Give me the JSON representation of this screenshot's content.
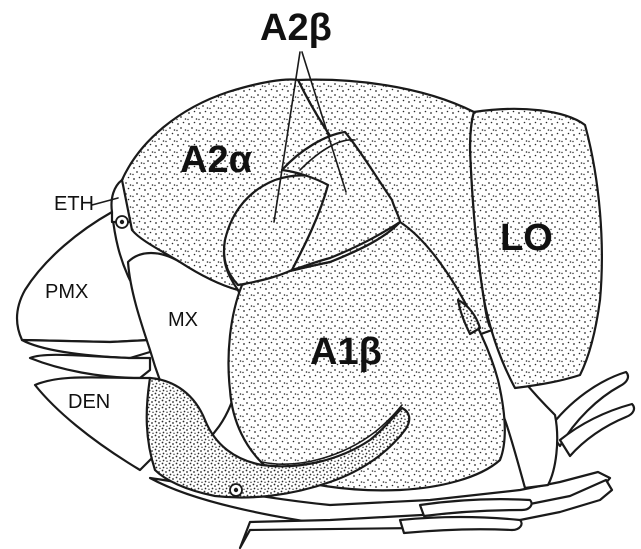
{
  "labels": {
    "a2b": "A2β",
    "a2a": "A2α",
    "eth": "ETH",
    "lo": "LO",
    "pmx": "PMX",
    "mx": "MX",
    "a1b": "A1β",
    "den": "DEN"
  },
  "colors": {
    "line": "#1a1a1a",
    "stipple": "#2a2a2a",
    "paper": "#ffffff"
  }
}
